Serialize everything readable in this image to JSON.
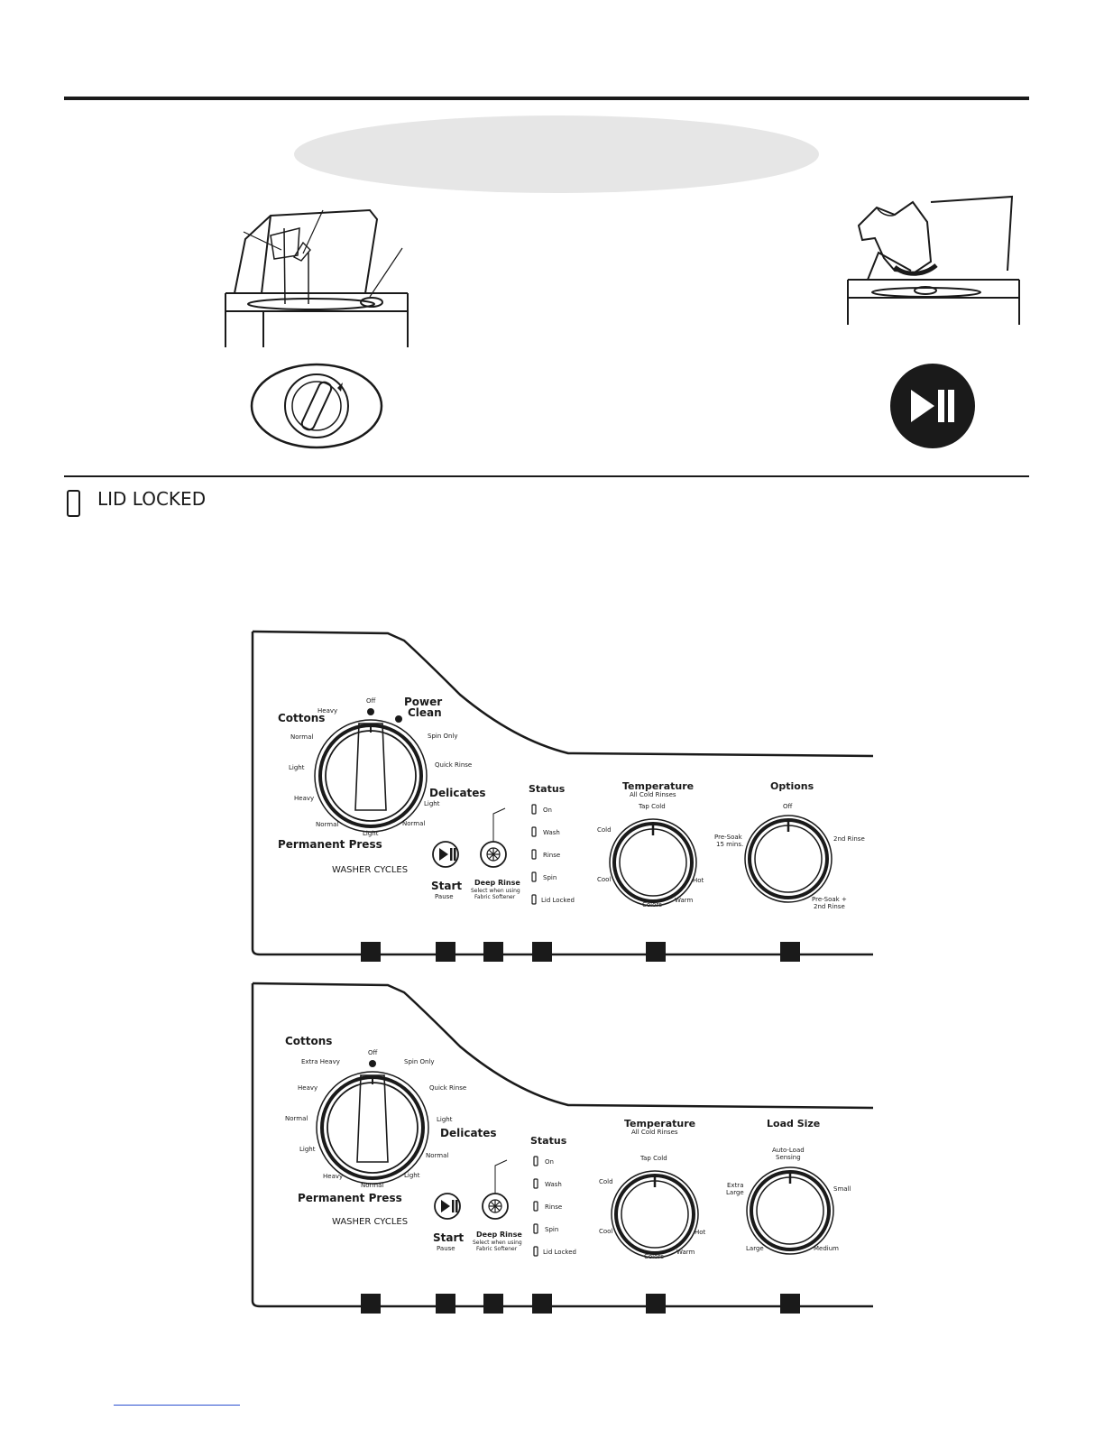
{
  "header": {
    "lid_locked_label": "LID LOCKED"
  },
  "panel1": {
    "cycle_dial": {
      "cottons": "Cottons",
      "power_clean": "Power\nClean",
      "power_clean_line1": "Power",
      "power_clean_line2": "Clean",
      "delicates": "Delicates",
      "permanent_press": "Permanent Press",
      "washer_cycles": "WASHER CYCLES",
      "off": "Off",
      "heavy_top": "Heavy",
      "normal_left": "Normal",
      "light_left": "Light",
      "heavy_left": "Heavy",
      "normal_bottom": "Normal",
      "light_bottom": "Light",
      "normal_right": "Normal",
      "light_right": "Light",
      "spin_only": "Spin Only",
      "quick_rinse": "Quick Rinse"
    },
    "start": {
      "label": "Start",
      "sub": "Pause"
    },
    "deep_rinse": {
      "label": "Deep Rinse",
      "sub1": "Select when using",
      "sub2": "Fabric Softener"
    },
    "status": {
      "title": "Status",
      "items": [
        "On",
        "Wash",
        "Rinse",
        "Spin",
        "Lid Locked"
      ]
    },
    "temperature": {
      "title": "Temperature",
      "sub": "All Cold Rinses",
      "tap_cold": "Tap Cold",
      "cold": "Cold",
      "cool": "Cool",
      "colors": "Colors",
      "warm": "Warm",
      "hot": "Hot"
    },
    "options": {
      "title": "Options",
      "off": "Off",
      "pre_soak1": "Pre-Soak",
      "pre_soak2": "15 mins.",
      "second_rinse": "2nd Rinse",
      "pre_soak_plus1": "Pre-Soak +",
      "pre_soak_plus2": "2nd Rinse"
    }
  },
  "panel2": {
    "cycle_dial": {
      "cottons": "Cottons",
      "delicates": "Delicates",
      "permanent_press": "Permanent Press",
      "washer_cycles": "WASHER CYCLES",
      "off": "Off",
      "extra_heavy": "Extra Heavy",
      "heavy_left": "Heavy",
      "normal_left": "Normal",
      "light_left": "Light",
      "heavy_bottom": "Heavy",
      "normal_bottom": "Normal",
      "light_bottom": "Light",
      "normal_right": "Normal",
      "light_right": "Light",
      "spin_only": "Spin Only",
      "quick_rinse": "Quick Rinse"
    },
    "start": {
      "label": "Start",
      "sub": "Pause"
    },
    "deep_rinse": {
      "label": "Deep Rinse",
      "sub1": "Select when using",
      "sub2": "Fabric Softener"
    },
    "status": {
      "title": "Status",
      "items": [
        "On",
        "Wash",
        "Rinse",
        "Spin",
        "Lid Locked"
      ]
    },
    "temperature": {
      "title": "Temperature",
      "sub": "All Cold Rinses",
      "tap_cold": "Tap Cold",
      "cold": "Cold",
      "cool": "Cool",
      "colors": "Colors",
      "warm": "Warm",
      "hot": "Hot"
    },
    "load_size": {
      "title": "Load Size",
      "auto1": "Auto-Load",
      "auto2": "Sensing",
      "extra1": "Extra",
      "extra2": "Large",
      "small": "Small",
      "large": "Large",
      "medium": "Medium"
    }
  },
  "colors": {
    "ink": "#1a1a1a",
    "oval_fill": "#e6e6e6",
    "link_line": "#2a4fd0"
  }
}
